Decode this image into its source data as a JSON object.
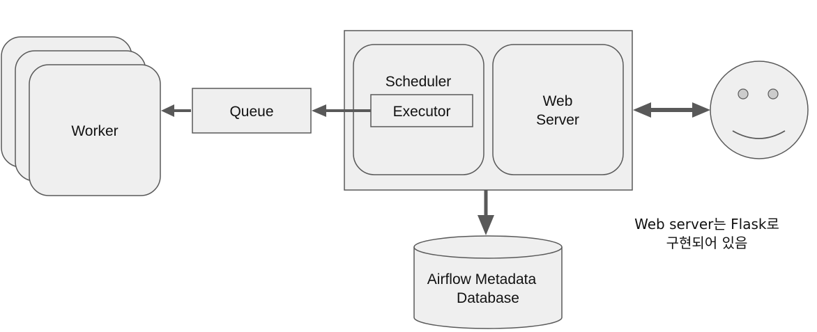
{
  "workers": {
    "label": "Worker"
  },
  "queue": {
    "label": "Queue"
  },
  "scheduler": {
    "label": "Scheduler",
    "executor_label": "Executor"
  },
  "web_server": {
    "line1": "Web",
    "line2": "Server"
  },
  "database": {
    "line1": "Airflow Metadata",
    "line2": "Database"
  },
  "note": {
    "line1": "Web server는 Flask로",
    "line2": "구현되어 있음"
  },
  "colors": {
    "fill": "#efefef",
    "stroke": "#595959",
    "arrow": "#595959",
    "text": "#111111"
  }
}
